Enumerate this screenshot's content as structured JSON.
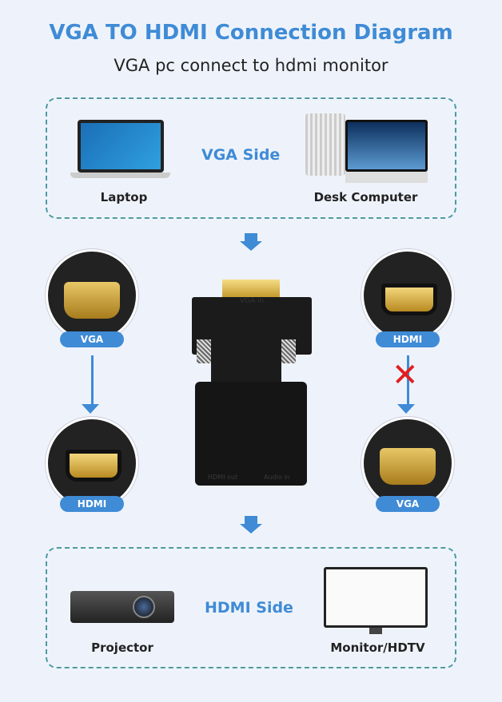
{
  "header": {
    "title": "VGA TO HDMI Connection Diagram",
    "subtitle": "VGA pc connect to hdmi monitor"
  },
  "vga_side": {
    "label": "VGA Side",
    "devices": [
      "Laptop",
      "Desk Computer"
    ]
  },
  "hdmi_side": {
    "label": "HDMI Side",
    "devices": [
      "Projector",
      "Monitor/HDTV"
    ]
  },
  "adapter": {
    "vga_in": "VGA in",
    "hdmi_out": "HDMI out",
    "audio_in": "Audio in"
  },
  "connectors": {
    "left_top": "VGA",
    "left_bottom": "HDMI",
    "right_top": "HDMI",
    "right_bottom": "VGA"
  },
  "colors": {
    "accent": "#3f8bd6",
    "invalid": "#e02020",
    "border": "#4f9aa0"
  }
}
